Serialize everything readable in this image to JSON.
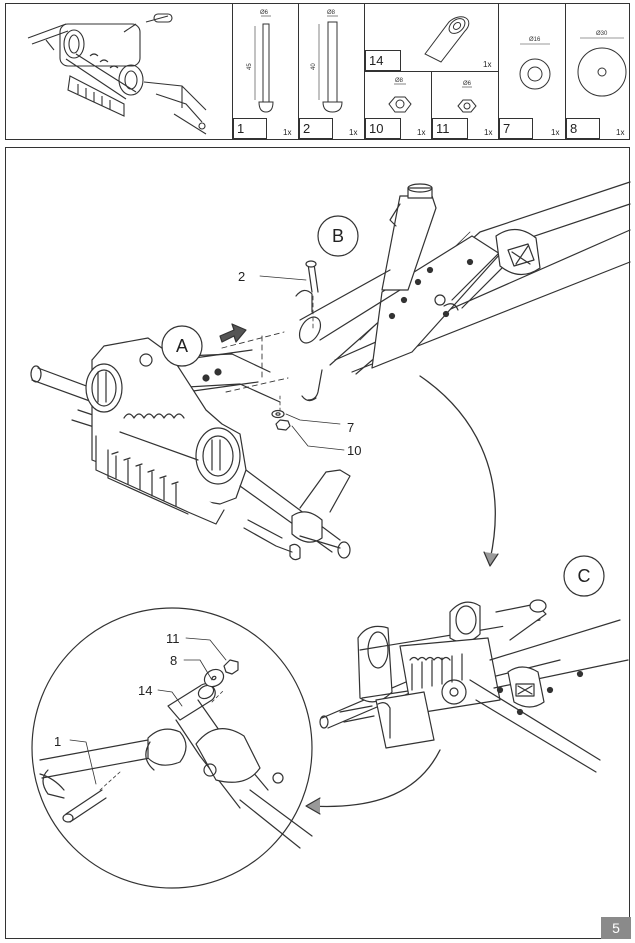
{
  "parts": [
    {
      "num": "1",
      "qty": "1x",
      "dia": "Ø6",
      "len": "45",
      "icon": "bolt-icon"
    },
    {
      "num": "2",
      "qty": "1x",
      "dia": "Ø8",
      "len": "40",
      "icon": "bolt-icon"
    },
    {
      "num": "14",
      "qty": "1x",
      "icon": "spacer-tube-icon"
    },
    {
      "num": "10",
      "qty": "1x",
      "dia": "Ø8",
      "icon": "nut-icon"
    },
    {
      "num": "11",
      "qty": "1x",
      "dia": "Ø6",
      "icon": "nut-icon"
    },
    {
      "num": "7",
      "qty": "1x",
      "dia": "Ø16",
      "icon": "washer-icon"
    },
    {
      "num": "8",
      "qty": "1x",
      "dia": "Ø30",
      "icon": "washer-icon"
    }
  ],
  "diagram": {
    "step_labels": [
      "A",
      "B",
      "C"
    ],
    "callouts": [
      "2",
      "7",
      "10",
      "11",
      "8",
      "14",
      "1"
    ]
  },
  "page_number": "5"
}
